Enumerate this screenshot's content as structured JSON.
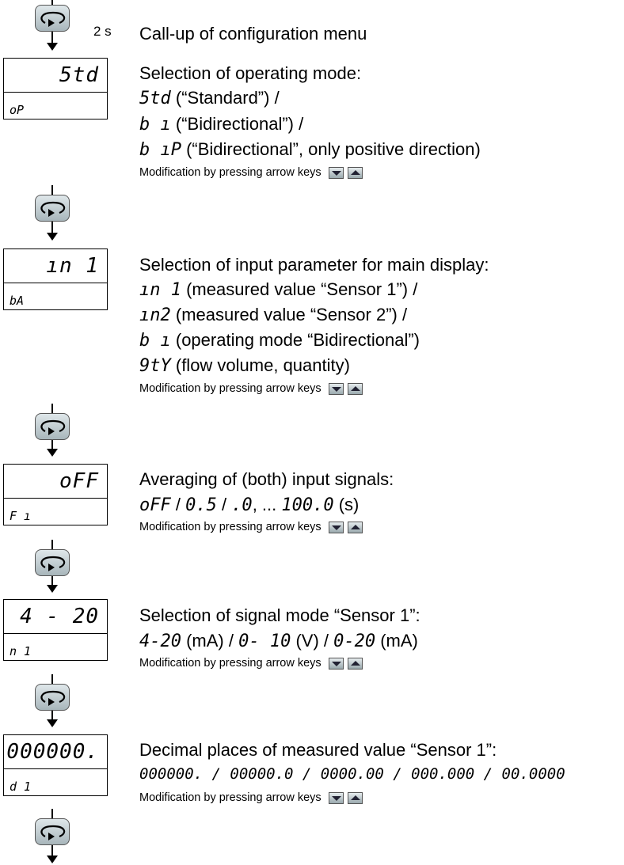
{
  "step0": {
    "time_label": "2 s",
    "text": "Call-up of configuration menu"
  },
  "step1": {
    "display_top": "5td",
    "display_bottom": "oP",
    "heading": "Selection of operating mode:",
    "options": [
      {
        "code": "5td",
        "text": " (“Standard”)  /"
      },
      {
        "code": "b ı",
        "text": "  (“Bidirectional”)  /"
      },
      {
        "code": "b ıP",
        "text": " (“Bidirectional”, only positive direction)"
      }
    ],
    "modification": "Modification by pressing arrow keys"
  },
  "step2": {
    "display_top": "ın 1",
    "display_bottom": "bA",
    "heading": "Selection of input parameter for main display:",
    "options": [
      {
        "code": "ın 1",
        "text": " (measured value “Sensor 1”)  /"
      },
      {
        "code": "ın2",
        "text": " (measured value “Sensor 2”) /"
      },
      {
        "code": "b ı",
        "text": "  (operating mode “Bidirectional”)"
      },
      {
        "code": "9tY",
        "text": " (flow volume, quantity)"
      }
    ],
    "modification": "Modification by pressing arrow keys"
  },
  "step3": {
    "display_top": "oFF",
    "display_bottom": "F ı",
    "heading": "Averaging of (both) input signals:",
    "line": {
      "c1": "oFF",
      "s1": "  /  ",
      "c2": "0.5",
      "s2": "  /  ",
      "c3": ".0",
      "s3": ", ... ",
      "c4": "100.0",
      "s4": " (s)"
    },
    "modification": "Modification by pressing arrow keys"
  },
  "step4": {
    "display_top": "4 - 20",
    "display_bottom": "n 1",
    "heading": "Selection of signal mode “Sensor 1”:",
    "line": {
      "c1": "4-20",
      "s1": " (mA)  /  ",
      "c2": "0- 10",
      "s2": " (V)  /  ",
      "c3": "0-20",
      "s3": " (mA)"
    },
    "modification": "Modification by pressing arrow keys"
  },
  "step5": {
    "display_top": "000000.",
    "display_bottom": "d 1",
    "heading": "Decimal places of measured value “Sensor 1”:",
    "line": "000000. / 00000.0 / 0000.00 / 000.000 / 00.0000",
    "modification": "Modification by pressing arrow keys"
  }
}
